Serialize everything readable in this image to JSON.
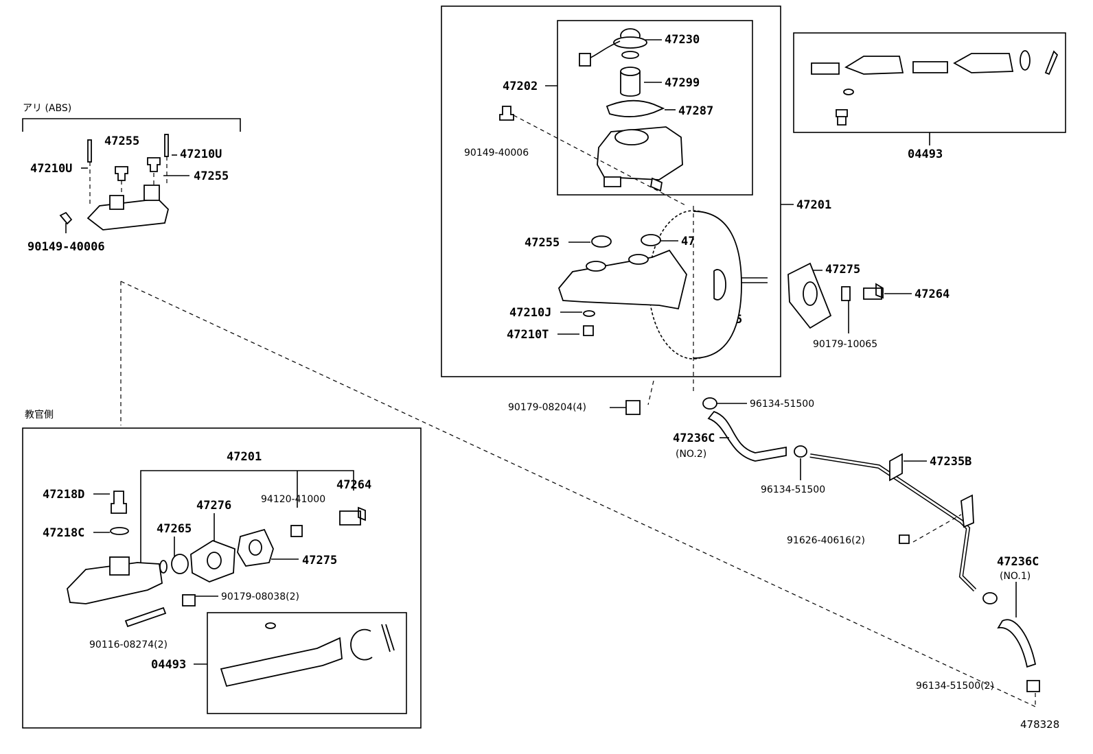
{
  "diagram": {
    "figure_number": "478328",
    "abs_section": {
      "title": "アリ (ABS)",
      "labels": [
        "47255",
        "47210U",
        "47210U",
        "47255",
        "90149-40006"
      ]
    },
    "instructor_section": {
      "title": "教官側",
      "labels": {
        "assembly": "47201",
        "p47218d": "47218D",
        "p47218c": "47218C",
        "p47276": "47276",
        "p47265": "47265",
        "p94120": "94120-41000",
        "p47264": "47264",
        "p47275": "47275",
        "p90179_08038": "90179-08038(2)",
        "p90116": "90116-08274(2)",
        "p04493": "04493"
      }
    },
    "main_section": {
      "labels": {
        "p47230": "47230",
        "p47299": "47299",
        "p47287": "47287",
        "p47202": "47202",
        "p90149": "90149-40006",
        "p47201": "47201",
        "p47255_l": "47255",
        "p47255_r": "47255",
        "p47210j": "47210J",
        "p47210t": "47210T",
        "p47265": "47265",
        "p47275": "47275",
        "p47264": "47264",
        "p90179_10065": "90179-10065",
        "p04493": "04493",
        "p90179_08204": "90179-08204(4)",
        "p96134_a": "96134-51500",
        "p47236c_2": "47236C",
        "no2": "(NO.2)",
        "p96134_b": "96134-51500",
        "p47235b": "47235B",
        "p91626": "91626-40616(2)",
        "p47236c_1": "47236C",
        "no1": "(NO.1)",
        "p96134_c": "96134-51500(2)"
      }
    }
  }
}
